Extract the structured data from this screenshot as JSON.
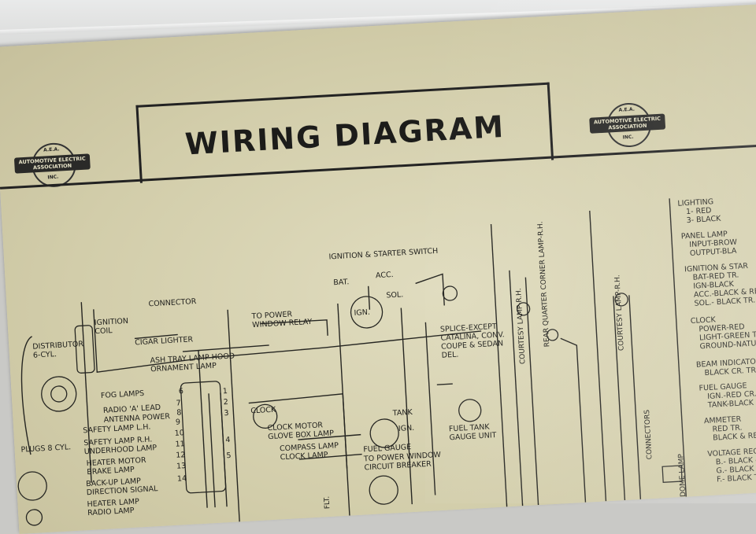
{
  "title": "WIRING DIAGRAM",
  "logo": {
    "top": "A.E.A.",
    "band": "AUTOMOTIVE ELECTRIC ASSOCIATION",
    "bottom": "INC."
  },
  "labels": {
    "ignition_switch": "IGNITION & STARTER SWITCH",
    "bat": "BAT.",
    "acc": "ACC.",
    "sol": "SOL.",
    "ign": "IGN.",
    "connector": "CONNECTOR",
    "ignition_coil": "IGNITION COIL",
    "cigar_lighter": "CIGAR LIGHTER",
    "distributor": "DISTRIBUTOR 6-CYL.",
    "to_power_window_relay": "TO POWER WINDOW RELAY",
    "splice": "SPLICE-EXCEPT CATALINA, CONV. COUPE & SEDAN DEL.",
    "ash_tray": "ASH TRAY LAMP HOOD ORNAMENT LAMP",
    "fog_lamps": "FOG LAMPS",
    "radio_a_lead": "RADIO 'A' LEAD",
    "antenna_power": "ANTENNA POWER",
    "safety_lamp_lh": "SAFETY LAMP L.H.",
    "safety_lamp_rh": "SAFETY LAMP R.H.",
    "underhood_lamp": "UNDERHOOD LAMP",
    "heater_motor": "HEATER MOTOR",
    "brake_lamp": "BRAKE LAMP",
    "backup_lamp": "BACK-UP LAMP",
    "direction_signal": "DIRECTION SIGNAL",
    "heater_lamp": "HEATER LAMP",
    "radio_lamp": "RADIO LAMP",
    "plugs": "PLUGS 8 CYL.",
    "clock": "CLOCK",
    "clock_motor": "CLOCK MOTOR GLOVE BOX LAMP",
    "compass_lamp": "COMPASS LAMP CLOCK LAMP",
    "tank": "TANK",
    "ign2": "IGN.",
    "fuel_gauge": "FUEL GAUGE",
    "to_power_window_cb": "TO POWER WINDOW CIRCUIT BREAKER",
    "fuel_tank_gauge": "FUEL TANK GAUGE UNIT",
    "courtesy_lamp_rh": "COURTESY LAMP-R.H.",
    "rear_quarter": "REAR QUARTER CORNER LAMP-R.H.",
    "courtesy_lamp_rh2": "COURTESY LAMP-R.H.",
    "connectors": "CONNECTORS",
    "dome_lamp": "DOME LAMP",
    "flt": "FLT."
  },
  "legend": [
    "LIGHTING",
    "1- RED",
    "3- BLACK",
    "PANEL LAMP",
    "INPUT-BROW",
    "OUTPUT-BLA",
    "IGNITION & STAR",
    "BAT-RED TR.",
    "IGN-BLACK",
    "ACC.-BLACK & RED",
    "SOL.- BLACK TR.",
    "CLOCK",
    "POWER-RED",
    "LIGHT-GREEN TR",
    "GROUND-NATURAL",
    "BEAM INDICATOR",
    "BLACK CR. TR.",
    "FUEL GAUGE",
    "IGN.-RED CR.TR.",
    "TANK-BLACK",
    "AMMETER",
    "RED TR.",
    "BLACK & RED CR.TR.",
    "VOLTAGE REGULATOR",
    "B.- BLACK & RED CR",
    "G.- BLACK CR. TR.",
    "F.- BLACK TR."
  ],
  "terminal_numbers": [
    "6",
    "7",
    "8",
    "9",
    "10",
    "11",
    "12",
    "13",
    "14",
    "1",
    "2",
    "3",
    "4",
    "5"
  ]
}
